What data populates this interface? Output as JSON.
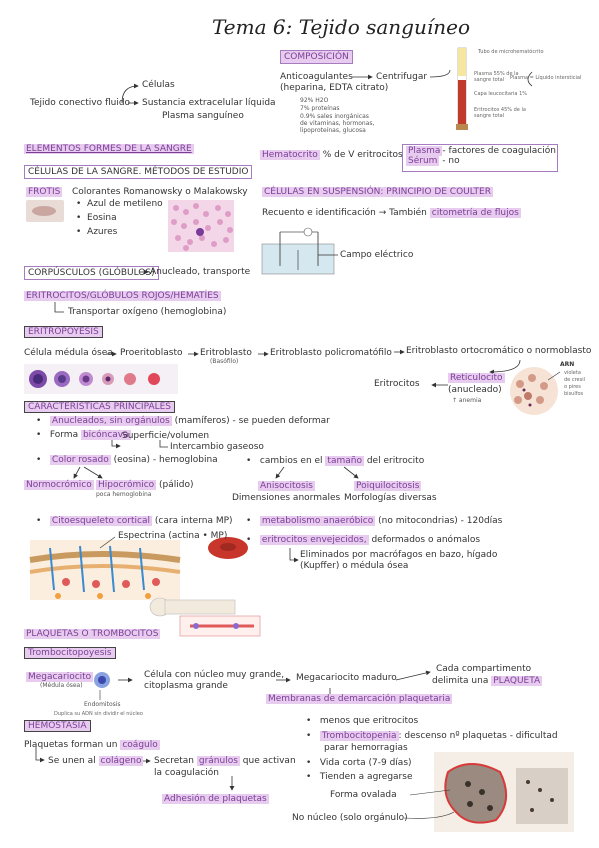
{
  "title": "Tema 6: Tejido sanguíneo",
  "intro": {
    "tejido": "Tejido conectivo fluido",
    "celulas": "Células",
    "sustancia": "Sustancia extracelular líquida",
    "plasma": "Plasma sanguíneo"
  },
  "composicion": {
    "label": "COMPOSICIÓN",
    "anticoag": "Anticoagulantes",
    "anticoag_detail": "(heparina, EDTA citrato)",
    "centrifugar": "Centrifugar",
    "list": [
      "92% H2O",
      "7% proteínas",
      "0.9% sales inorgánicas",
      "de vitaminas, hormonas,",
      "lipoproteínas, glucosa"
    ],
    "tube_header": "Tubo de microhematócrito",
    "plasma_note": "Plasma 55% de la sangre total",
    "buffy_note": "Capa leucocitaria 1%",
    "rbc_note": "Eritrocitos 45% de la sangre total",
    "liquido_note": "Plasma = Líquido intersticial"
  },
  "hematocrito": {
    "label": "Hematocrito",
    "text": "% de V eritrocitos"
  },
  "plasma_serum": {
    "plasma": "Plasma",
    "plasma_text": "- factores de coagulación",
    "serum": "Sérum",
    "serum_text": "- no"
  },
  "elementos": {
    "heading1": "ELEMENTOS FORMES DE LA SANGRE",
    "heading2": "CÉLULAS DE LA SANGRE. MÉTODOS DE ESTUDIO",
    "frotis": "FROTIS",
    "colorantes": "Colorantes Romanowsky o Malakowsky",
    "bullets": [
      "Azul de metileno",
      "Eosina",
      "Azures"
    ]
  },
  "coulter": {
    "heading": "CÉLULAS EN SUSPENSIÓN: PRINCIPIO DE COULTER",
    "text1": "Recuento e identificación",
    "text2": "También",
    "text3": "citometría de flujos",
    "campo": "Campo eléctrico"
  },
  "corpusculos": {
    "label": "CORPÚSCULOS (GLÓBULOS)",
    "text": "Anucleado, transporte"
  },
  "eritrocitos": {
    "label": "ERITROCITOS/GLÓBULOS ROJOS/HEMATÍES",
    "text": "Transportar oxígeno (hemoglobina)"
  },
  "eritropoyesis": {
    "label": "ERITROPOYESIS",
    "chain": [
      "Célula médula ósea",
      "Proeritoblasto",
      "Eritroblasto",
      "Eritroblasto policromatófilo",
      "Eritroblasto ortocromático o normoblasto"
    ],
    "basofilo": "(Basófilo)",
    "reticulocito": "Reticulocito",
    "anucleado": "(anucleado)",
    "anemia": "↑ anemia",
    "eritrocitos": "Eritrocitos",
    "arn": "ARN",
    "arn_note": [
      "violeta",
      "de cresil",
      "o pires",
      "bisulfos"
    ]
  },
  "caracteristicas": {
    "label": "CARACTERÍSTICAS PRINCIPALES",
    "b1a": "Anucleados, sin orgánulos",
    "b1b": "(mamíferos) - se pueden deformar",
    "b2a": "Forma",
    "b2b": "bicóncava",
    "superficie": "Superficie/volumen",
    "intercambio": "Intercambio gaseoso",
    "b3a": "Color rosado",
    "b3b": "(eosina) - hemoglobina",
    "normo": "Normocrómico",
    "hipo": "Hipocrómico",
    "palido": "(pálido)",
    "poca": "poca hemoglobina",
    "cambios1": "cambios en el",
    "cambios2": "tamaño",
    "cambios3": "del eritrocito",
    "aniso": "Anisocitosis",
    "aniso_d": "Dimensiones anormales",
    "poiqui": "Poiquilocitosis",
    "poiqui_d": "Morfologías diversas"
  },
  "cito": {
    "b1a": "Citoesqueleto cortical",
    "b1b": "(cara interna MP)",
    "espectrina": "Espectrina (actina • MP)",
    "metab_a": "metabolismo anaeróbico",
    "metab_b": "(no mitocondrias) - 120días",
    "env_a": "eritrocitos envejecidos,",
    "env_b": "deformados o anómalos",
    "elim1": "Eliminados por macrófagos en bazo, hígado",
    "elim2": "(Kupffer) o médula ósea"
  },
  "plaquetas": {
    "heading": "PLAQUETAS O TROMBOCITOS",
    "tromb": "Trombocitopoyesis",
    "mega": "Megacariocito",
    "medula": "(Médula ósea)",
    "endo": "Endomitosis",
    "endo_note": "Duplica su ADN sin dividir el núcleo",
    "celula1": "Célula con núcleo muy grande,",
    "celula2": "citoplasma grande",
    "maduro": "Megacariocito maduro",
    "membranas": "Membranas de demarcación plaquetaria",
    "cada1": "Cada compartimento",
    "cada2": "delimita una",
    "plaqueta": "PLAQUETA"
  },
  "hemostasia": {
    "label": "HEMOSTASIA",
    "l1a": "Plaquetas forman un",
    "l1b": "coágulo",
    "l2a": "Se unen al",
    "l2b": "colágeno",
    "l2c": "Secretan",
    "l2d": "gránulos",
    "l2e": "que activan",
    "l3": "la coagulación",
    "adhesion": "Adhesión de plaquetas",
    "r1": "menos que eritrocitos",
    "r2a": "Trombocitopenia",
    "r2b": ": descenso nº plaquetas - dificultad",
    "r2c": "parar hemorragias",
    "r3": "Vida corta (7-9 días)",
    "r4": "Tienden a agregarse",
    "forma": "Forma ovalada",
    "nucleo": "No núcleo (solo orgánulo)"
  }
}
